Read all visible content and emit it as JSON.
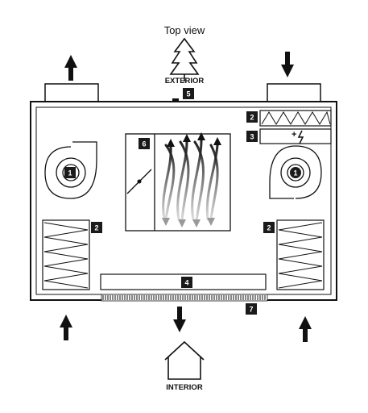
{
  "title": "Top view",
  "exterior_label": "EXTERIOR",
  "interior_label": "INTERIOR",
  "badges": {
    "fan_left": "1",
    "fan_right": "1",
    "filter_top": "2",
    "filter_left": "2",
    "filter_right": "2",
    "heater": "3",
    "strip": "4",
    "sensor": "5",
    "bypass": "6",
    "grille": "7"
  },
  "colors": {
    "stroke": "#111111",
    "badge": "#1a1a1a",
    "background": "#ffffff"
  }
}
